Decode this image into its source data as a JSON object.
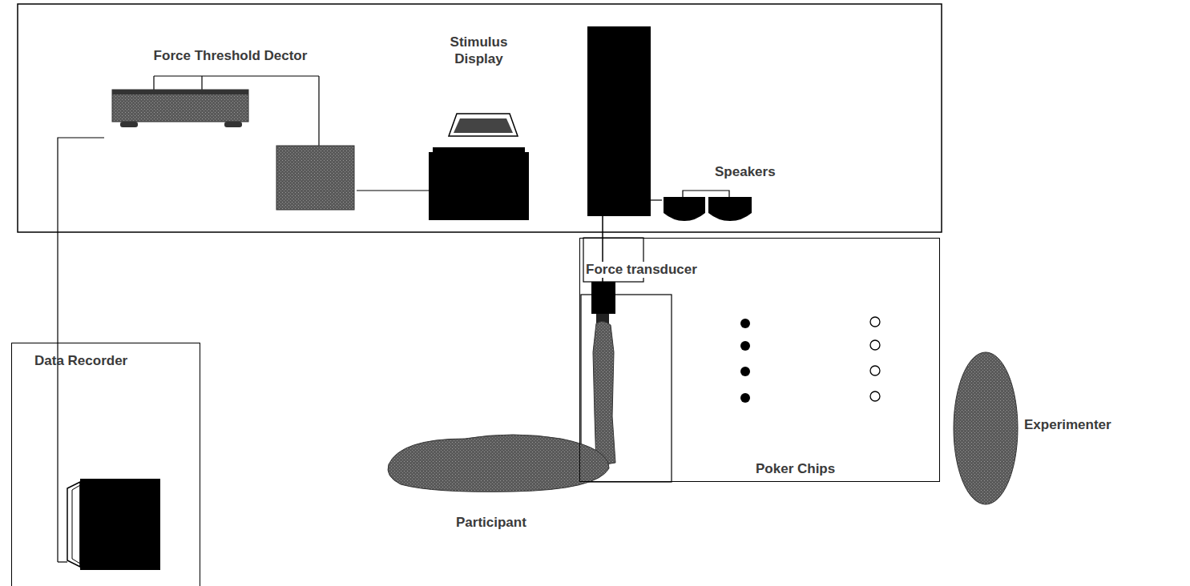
{
  "diagram": {
    "nodes": [
      {
        "text": [
          "Force Threshold Dector"
        ]
      },
      {
        "text": [
          "Stimulus Display"
        ]
      },
      {
        "text": [
          "Speakers"
        ]
      },
      {
        "text": [
          "Poker Chips"
        ]
      },
      {
        "text": [
          "Data Recorder"
        ]
      }
    ],
    "edges": [
      {
        "from": 0,
        "to": 4,
        "arrow": "none"
      },
      {
        "from": 0,
        "to": 1,
        "arrow": "none"
      }
    ],
    "labels": [
      "Force transducer",
      "Participant",
      "Experimenter"
    ]
  }
}
